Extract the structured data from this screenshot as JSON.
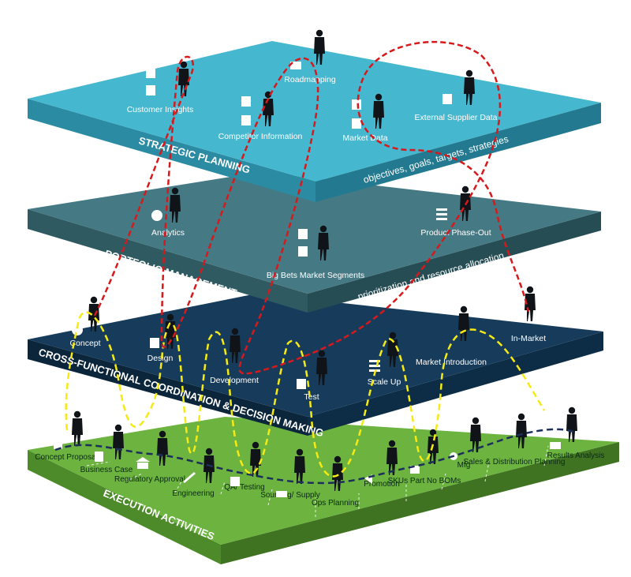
{
  "layers": {
    "strategic": {
      "title": "STRATEGIC PLANNING",
      "subtitle": "objectives, goals, targets, strategies",
      "items": [
        "Customer Insights",
        "Roadmapping",
        "Competitor Information",
        "Market Data",
        "External Supplier Data"
      ]
    },
    "portfolio": {
      "title": "PORTFOLIO MANAGEMENT",
      "subtitle": "prioritization and resource allocation",
      "items": [
        "Analytics",
        "Product Phase-Out",
        "Big Bets Market Segments"
      ]
    },
    "crossfunctional": {
      "title": "CROSS-FUNCTIONAL COORDINATION & DECISION MAKING",
      "items": [
        "Concept",
        "Design",
        "Development",
        "Test",
        "Scale Up",
        "Market Introduction",
        "In-Market"
      ]
    },
    "execution": {
      "title": "EXECUTION ACTIVITIES",
      "items": [
        "Concept Proposal",
        "Business Case",
        "Regulatory Approval",
        "Engineering",
        "QA/ Testing",
        "Sourcing/ Supply",
        "Ops Planning",
        "Promotion",
        "SKUs Part No BOMs",
        "Mfg",
        "Sales & Distribution Planning",
        "Results Analysis"
      ]
    }
  },
  "colors": {
    "strategic_top": "#45b7cf",
    "strategic_side": "#2a8ba3",
    "portfolio_top": "#457a84",
    "portfolio_side": "#2f5a62",
    "cross_top": "#173c5b",
    "cross_side": "#0b253b",
    "exec_top": "#6cb33f",
    "exec_side": "#4d8a2a",
    "red_path": "#d7191c",
    "yellow_path": "#f5ea14",
    "navy_path": "#1b2f5a",
    "silhouette": "#101418"
  }
}
